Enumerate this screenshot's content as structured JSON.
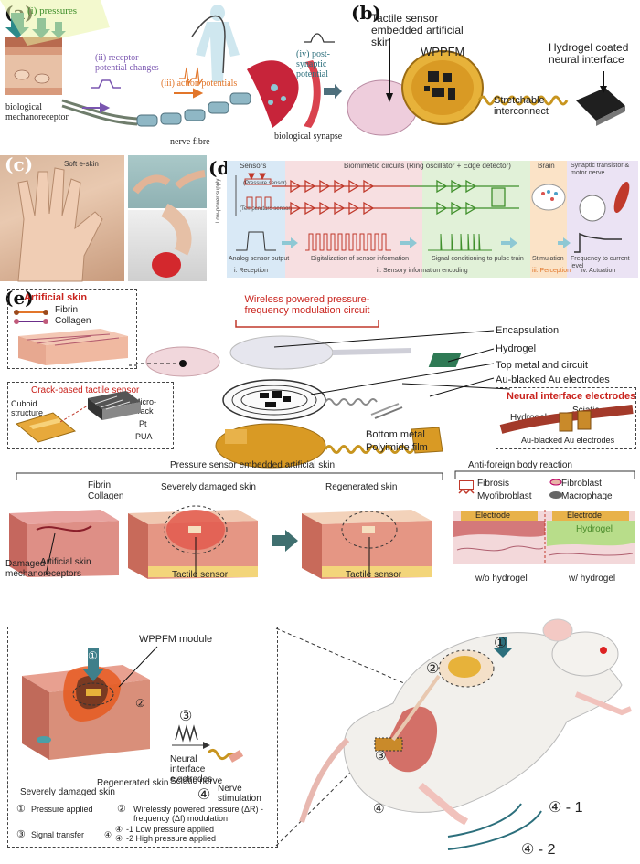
{
  "panels": {
    "a": {
      "label": "(a)",
      "pressures": "(i) pressures",
      "receptor": "(ii) receptor potential changes",
      "action": "(iii) action potentials",
      "postsynaptic": "(iv) post-synaptic potential",
      "mechanoreceptor": "biological mechanoreceptor",
      "nerve_fibre": "nerve fibre",
      "synapse": "biological synapse"
    },
    "b": {
      "label": "(b)",
      "tactile": "Tactile sensor embedded artificial skin",
      "wppfm": "WPPFM",
      "hydrogel": "Hydrogel coated neural interface",
      "interconnect": "Stretchable interconnect"
    },
    "c": {
      "label": "(c)",
      "soft_eskin": "Soft e-skin"
    },
    "d": {
      "label": "(d)",
      "sensors": "Sensors",
      "biomimetic": "Biomimetic circuits (Ring oscillator + Edge detector)",
      "brain": "Brain",
      "synaptic": "Synaptic transistor & motor nerve",
      "low_power": "Low-power supply",
      "pressure_sensor": "(Pressure sensor)",
      "temperature_sensor": "(Temperature sensor)",
      "analog": "Analog sensor output",
      "digitalization": "Digitalization of sensor information",
      "conditioning": "Signal conditioning to pulse train",
      "stimulation": "Stimulation",
      "frequency": "Frequency to current level",
      "i": "i. Reception",
      "ii": "ii. Sensory information encoding",
      "iii": "iii. Perception",
      "iv": "iv. Actuation"
    },
    "e": {
      "label": "(e)",
      "artificial_skin": "Artificial skin",
      "fibrin": "Fibrin",
      "collagen": "Collagen",
      "wireless": "Wireless powered pressure-frequency modulation circuit",
      "encapsulation": "Encapsulation",
      "hydrogel": "Hydrogel",
      "top_metal": "Top metal and circuit",
      "au_blacked": "Au-blacked Au electrodes",
      "neural_interface": "Neural interface electrodes",
      "crack_sensor": "Crack-based tactile sensor",
      "cuboid": "Cuboid structure",
      "microcrack": "Micro-crack",
      "pt": "Pt",
      "pua": "PUA",
      "bottom_metal": "Bottom metal",
      "polyimide": "Polyimide film",
      "sciatic": "Sciatic nerve",
      "hydrogel_small": "Hydrogel",
      "au_small": "Au-blacked Au electrodes",
      "pressure_embedded": "Pressure sensor embedded artificial skin",
      "severely": "Severely damaged skin",
      "regenerated": "Regenerated skin",
      "artificial_skin2": "Artificial skin",
      "damaged": "Damaged mechanoreceptors",
      "tactile1": "Tactile sensor",
      "tactile2": "Tactile sensor",
      "anti_foreign": "Anti-foreign body reaction",
      "fibrosis": "Fibrosis",
      "fibroblast": "Fibroblast",
      "myofibroblast": "Myofibroblast",
      "macrophage": "Macrophage",
      "electrode1": "Electrode",
      "electrode2": "Electrode",
      "hydrogel_layer": "Hydrogel",
      "wo_hydrogel": "w/o hydrogel",
      "w_hydrogel": "w/ hydrogel",
      "wppfm_module": "WPPFM module",
      "severely2": "Severely damaged skin",
      "regenerated2": "Regenerated skin",
      "neural_electrodes": "Neural interface electrodes",
      "sciatic2": "Sciatic nerve",
      "nerve_stim": "Nerve stimulation",
      "legend_1": "Pressure applied",
      "legend_2": "Wirelessly powered pressure (ΔR) -frequency (Δf) modulation",
      "legend_3": "Signal transfer",
      "legend_4_1": "-1  Low pressure applied",
      "legend_4_2": "-2  High pressure applied",
      "c1": "①",
      "c2": "②",
      "c3": "③",
      "c4": "④",
      "c4a": "④",
      "c4b": "④",
      "rat_c1": "①",
      "rat_c2": "②",
      "rat_c3": "③",
      "rat_c4": "④",
      "rat_41": "④ - 1",
      "rat_42": "④ - 2",
      "mid_c1": "①",
      "mid_c2": "②",
      "mid_c3": "③",
      "mid_c4": "④"
    }
  }
}
